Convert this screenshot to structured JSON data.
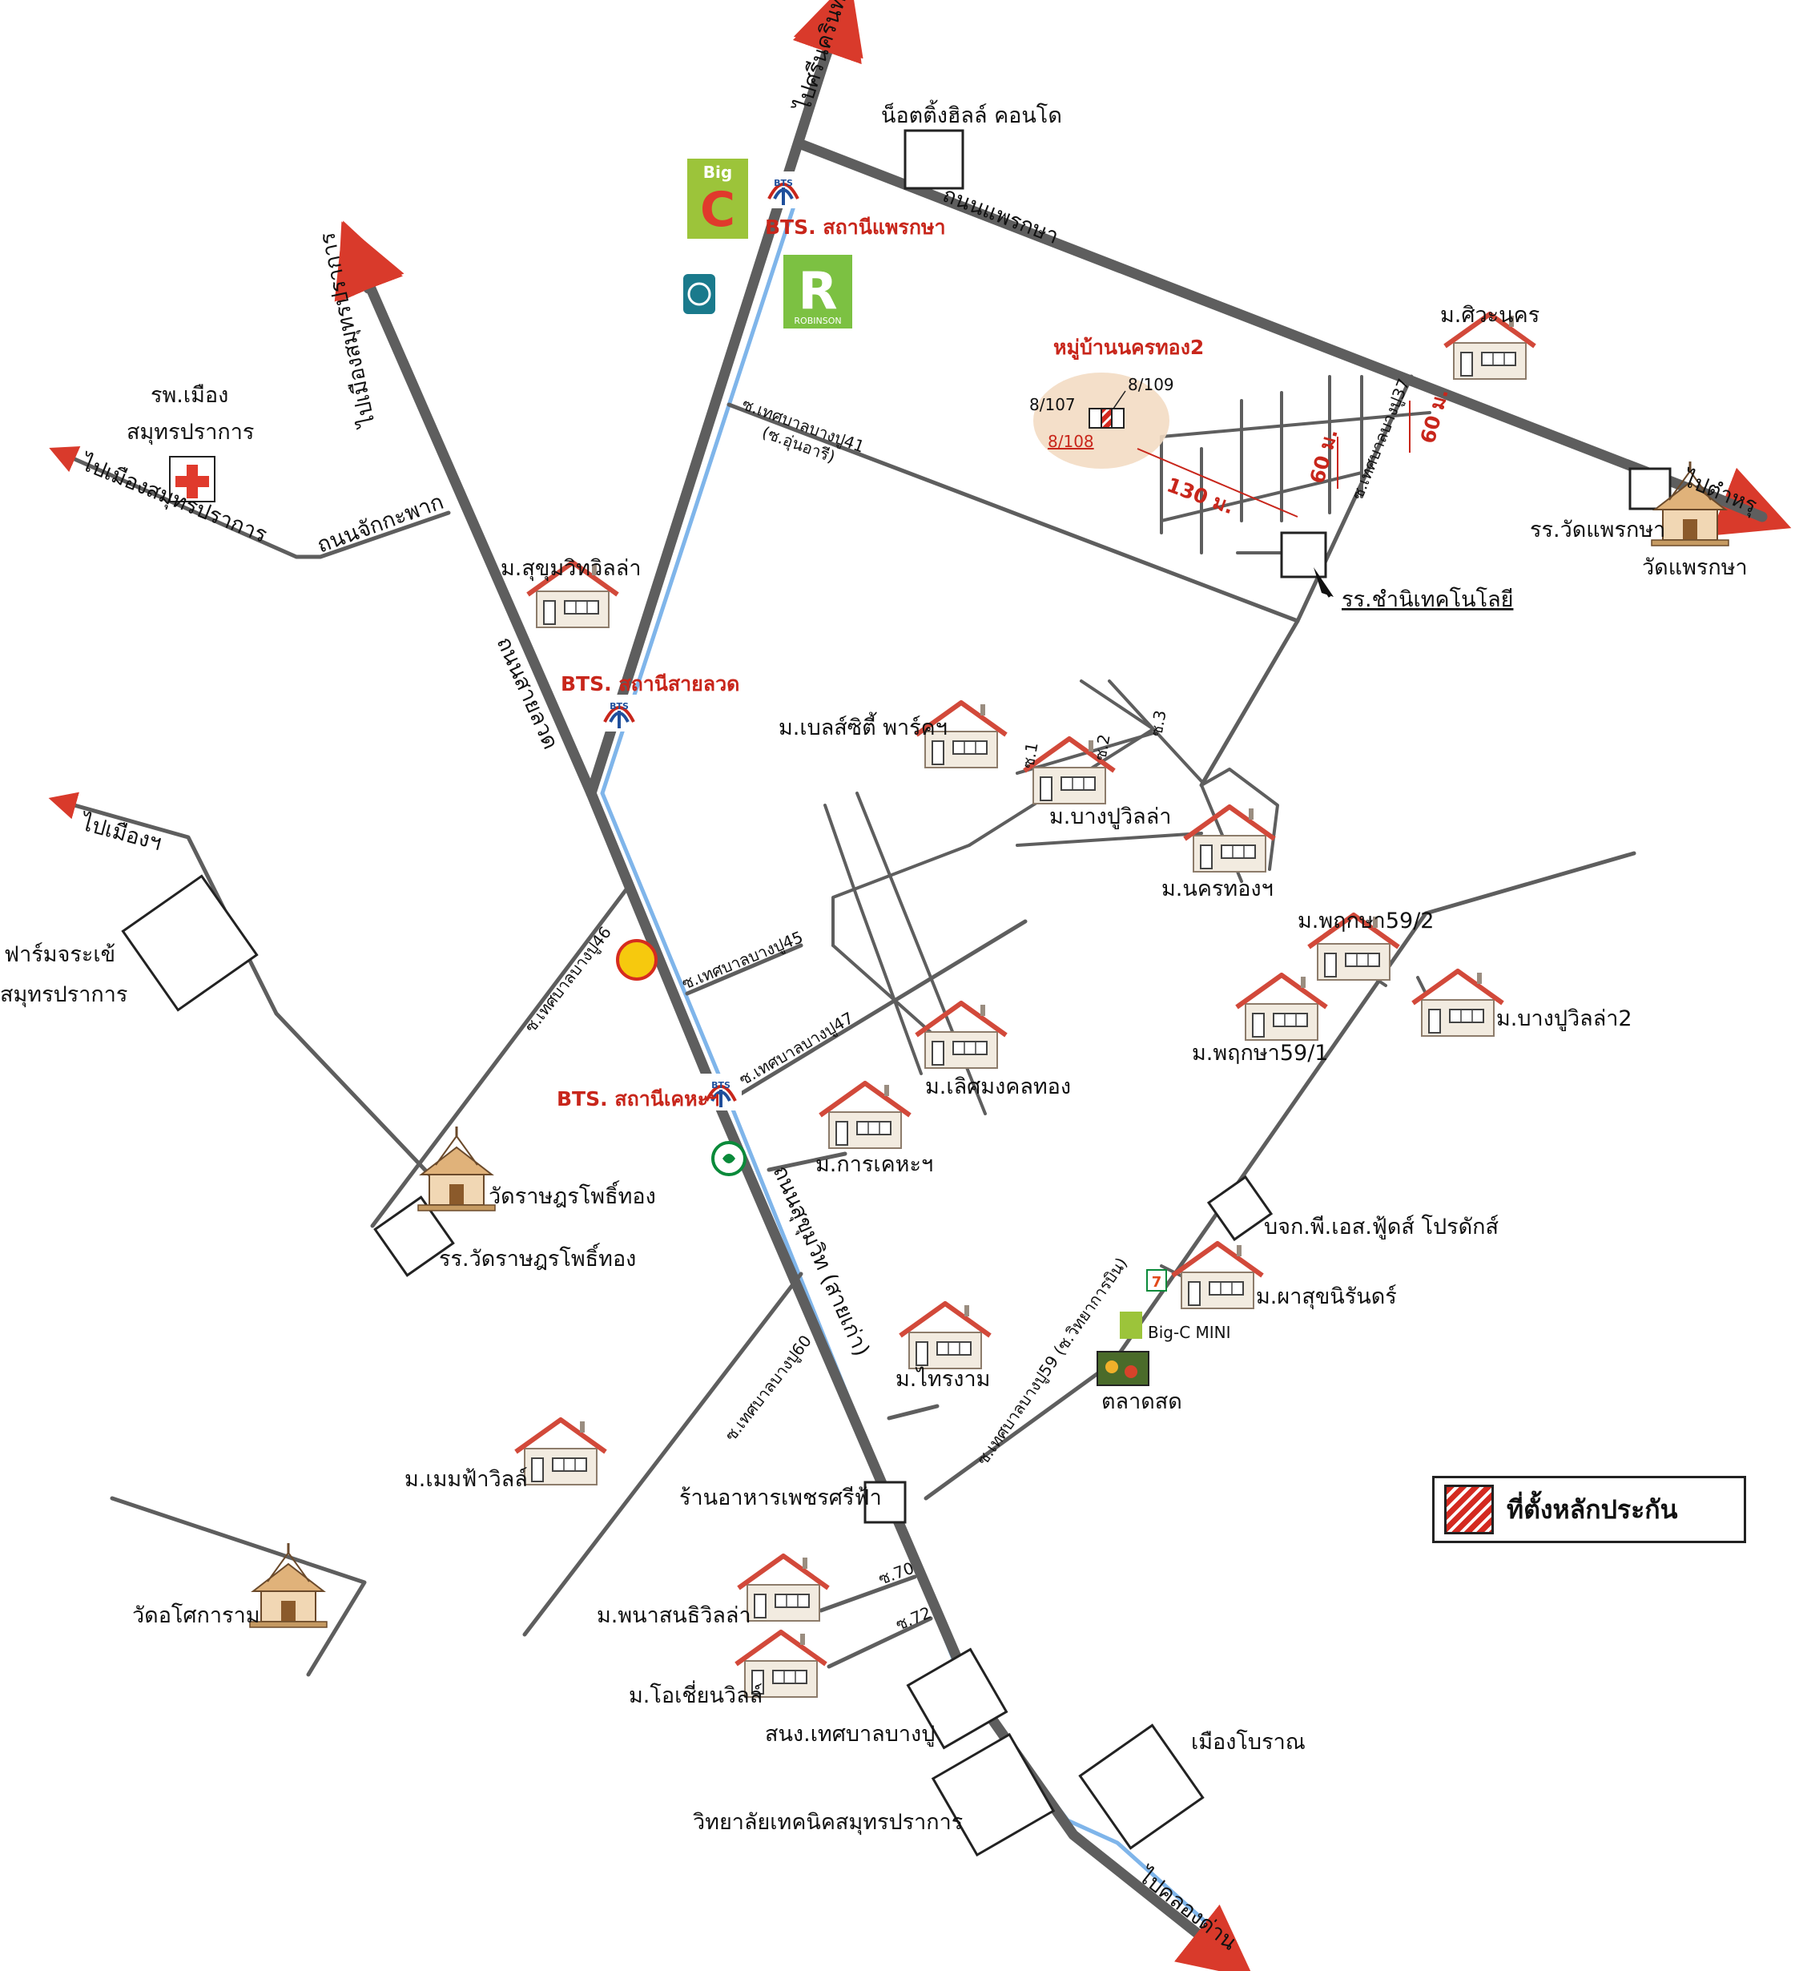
{
  "colors": {
    "road": "#5e5e5e",
    "rail": "#7fb5ea",
    "arrow": "#d93a2b",
    "label_red": "#c8261b",
    "roof": "#d2493a",
    "house_wall": "#f2ebe0",
    "site_highlight": "#f3dcc3"
  },
  "directions": {
    "srinakarin": "ไปศรีนครินทร์",
    "muang_samut": "ไปเมืองสมุทรปราการ",
    "muang_samut_2": "ไปเมืองสมุทรปราการ",
    "muang": "ไปเมืองฯ",
    "tamru": "ไปตำหรุ",
    "klong_dan": "ไปคลองด่าน"
  },
  "roads": {
    "phraeksa": "ถนนแพรกษา",
    "sailuad": "ถนนสายลวด",
    "sukhumvit": "ถนนสุขุมวิท (สายเก่า)",
    "chakkraphak": "ถนนจักกะพาก",
    "soi41": "ซ.เทศบาลบางปู41",
    "soi41_alt": "(ซ.อุ่นอารี)",
    "soi37": "ซ.เทศบาลบางปู37",
    "soi46": "ซ.เทศบาลบางปู46",
    "soi45": "ซ.เทศบาลบางปู45",
    "soi47": "ซ.เทศบาลบางปู47",
    "soi60": "ซ.เทศบาลบางปู60",
    "soi59": "ซ.เทศบาลบางปู59 (ซ.วิทยาการบิน)",
    "soi70": "ซ.70",
    "soi72": "ซ.72",
    "soi1": "ซ.1",
    "soi2": "ซ.2",
    "soi3": "ซ.3"
  },
  "bts": {
    "phraeksa": "BTS. สถานีแพรกษา",
    "sailuad": "BTS. สถานีสายลวด",
    "kheha": "BTS. สถานีเคหะฯ",
    "logo_text": "BTS"
  },
  "site": {
    "village": "หมู่บ้านนครทอง2",
    "plot_a": "8/107",
    "plot_b": "8/109",
    "plot_c": "8/108",
    "dist_130": "130 ม.",
    "dist_60a": "60 ม.",
    "dist_60b": "60 ม."
  },
  "places": {
    "notting_hill": "น็อตติ้งฮิลล์ คอนโด",
    "siwanakorn": "ม.ศิวะนคร",
    "rr_wat_phraeksa": "รร.วัดแพรกษา",
    "wat_phraeksa": "วัดแพรกษา",
    "rr_chamni": "รร.ชำนิเทคโนโลยี",
    "hospital_l1": "รพ.เมือง",
    "hospital_l2": "สมุทรปราการ",
    "sukhumvit_villa": "ม.สุขุมวิทวิลล่า",
    "bless_city": "ม.เบลส์ซิตี้ พาร์คฯ",
    "bangpu_villa": "ม.บางปูวิลล่า",
    "nakhon_thong": "ม.นครทองฯ",
    "farm_l1": "ฟาร์มจระเข้",
    "farm_l2": "สมุทรปราการ",
    "phruksa592": "ม.พฤกษา59/2",
    "phruksa591": "ม.พฤกษา59/1",
    "bangpu_villa2": "ม.บางปูวิลล่า2",
    "lertmongkol": "ม.เลิศมงคลทอง",
    "kan_kheha": "ม.การเคหะฯ",
    "wat_ratsadon": "วัดราษฎรโพธิ์ทอง",
    "rr_wat_ratsadon": "รร.วัดราษฎรโพธิ์ทอง",
    "ps_foods": "บจก.พี.เอส.ฟู้ดส์ โปรดักส์",
    "phasuk": "ม.ผาสุขนิรันดร์",
    "bigc_mini": "Big-C MINI",
    "market": "ตลาดสด",
    "saingam": "ม.ไทรงาม",
    "memfa": "ม.เมมฟ้าวิลล์",
    "restaurant": "ร้านอาหารเพชรศรีฟ้า",
    "wat_osot": "วัดอโศการาม",
    "panasan": "ม.พนาสนธิวิลล่า",
    "ocean_ville": "ม.โอเชี่ยนวิลล์",
    "stadium": "สนง.เทศบาลบางปู",
    "college": "วิทยาลัยเทคนิคสมุทรปราการ",
    "ancient_city": "เมืองโบราณ"
  },
  "logos": {
    "bigc_big": "Big",
    "bigc_c": "C",
    "robinson_r": "R",
    "robinson_name": "ROBINSON"
  },
  "legend": {
    "label": "ที่ตั้งหลักประกัน"
  }
}
